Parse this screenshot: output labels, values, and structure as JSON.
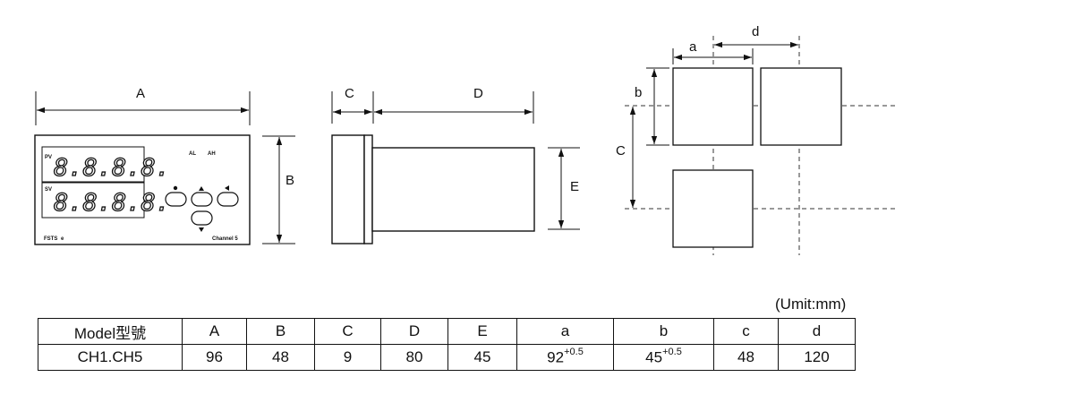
{
  "front_view": {
    "dim_A": "A",
    "dim_B": "B",
    "pv_tag": "PV",
    "sv_tag": "SV",
    "pv_display": "8.8.8.8.",
    "sv_display": "8.8.8.8.",
    "al_label": "AL",
    "ah_label": "AH",
    "brand": "FSTS",
    "brand_mark": "e",
    "channel": "Channel 5"
  },
  "side_view": {
    "dim_C": "C",
    "dim_D": "D",
    "dim_E": "E"
  },
  "cutout": {
    "dim_a": "a",
    "dim_b": "b",
    "dim_c": "C",
    "dim_d": "d"
  },
  "unit_note": "(Umit:mm)",
  "table": {
    "headers": [
      "Model型號",
      "A",
      "B",
      "C",
      "D",
      "E",
      "a",
      "b",
      "c",
      "d"
    ],
    "row": {
      "model": "CH1.CH5",
      "A": "96",
      "B": "48",
      "C": "9",
      "D": "80",
      "E": "45",
      "a": "92",
      "a_tol": "+0.5",
      "b": "45",
      "b_tol": "+0.5",
      "c": "48",
      "d": "120"
    }
  }
}
